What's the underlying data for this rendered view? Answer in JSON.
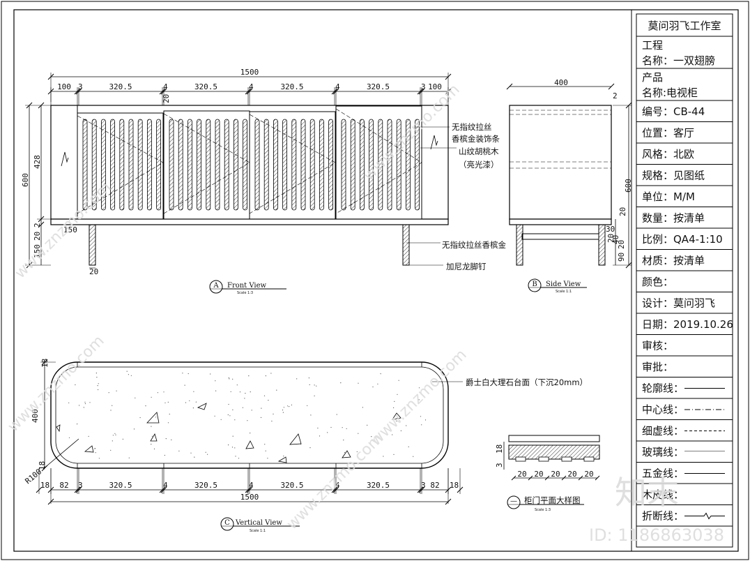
{
  "title_block": {
    "studio": "莫问羽飞工作室",
    "project_label": "工程",
    "project_name": "名称：一双翅膀",
    "product_label": "产品",
    "product_name": "名称:电视柜",
    "rows": [
      "编号：CB-44",
      "位置：客厅",
      "风格：北欧",
      "规格：见图纸",
      "单位：M/M",
      "数量：按清单",
      "比例：QA4-1:10",
      "材质：按清单",
      "颜色：",
      "设计：莫问羽飞",
      "日期：2019.10.26",
      "审核：",
      "审批："
    ],
    "legend": [
      {
        "label": "轮廓线：",
        "style": "solid"
      },
      {
        "label": "中心线：",
        "style": "dashdot"
      },
      {
        "label": "细虚线：",
        "style": "dashed"
      },
      {
        "label": "玻璃线：",
        "style": "double"
      },
      {
        "label": "五金线：",
        "style": "solid"
      },
      {
        "label": "木皮线：",
        "style": "none"
      },
      {
        "label": "折断线：",
        "style": "break"
      },
      {
        "label": "",
        "style": "none"
      }
    ]
  },
  "front_view": {
    "title": "Front View",
    "marker": "A",
    "scale": "Scale 1:3",
    "overall_width": "1500",
    "segments": [
      "100",
      "3",
      "320.5",
      "4",
      "320.5",
      "4",
      "320.5",
      "4",
      "320.5",
      "3",
      "100"
    ],
    "door_offset": "20",
    "height_total": "600",
    "height_body": "428",
    "height_legs": [
      "150",
      "20",
      "2"
    ],
    "leg_inset": "150",
    "leg_width": "20",
    "notes": [
      "无指纹拉丝",
      "香槟金装饰条",
      "山纹胡桃木",
      "（亮光漆）",
      "无指纹拉丝香槟金",
      "加尼龙脚钉"
    ]
  },
  "side_view": {
    "title": "Side View",
    "marker": "B",
    "scale": "Scale 1:1",
    "depth": "400",
    "top_offset": "2",
    "height_total": "600",
    "right_dims": [
      "20",
      "90",
      "20",
      "40",
      "20",
      "30"
    ]
  },
  "top_view": {
    "title": "Vertical View",
    "marker": "C",
    "scale": "Scale 1:1",
    "overall_width": "1500",
    "segments": [
      "18",
      "82",
      "3",
      "320.5",
      "4",
      "320.5",
      "4",
      "320.5",
      "4",
      "320.5",
      "3",
      "82",
      "18"
    ],
    "depth": "400",
    "top_offset": "18",
    "radius": "R100",
    "corner_dim": "18",
    "note": "爵士白大理石台面（下沉20mm）"
  },
  "detail_view": {
    "title": "柜门平面大样图",
    "marker": "—",
    "scale": "Scale 1:3",
    "heights": [
      "18",
      "3"
    ],
    "pitch": [
      "20",
      "20",
      "20",
      "20",
      "20"
    ]
  },
  "watermark": {
    "site": "www.znzmo.com",
    "brand_cn": "知末",
    "id_text": "ID: 1186863038"
  }
}
